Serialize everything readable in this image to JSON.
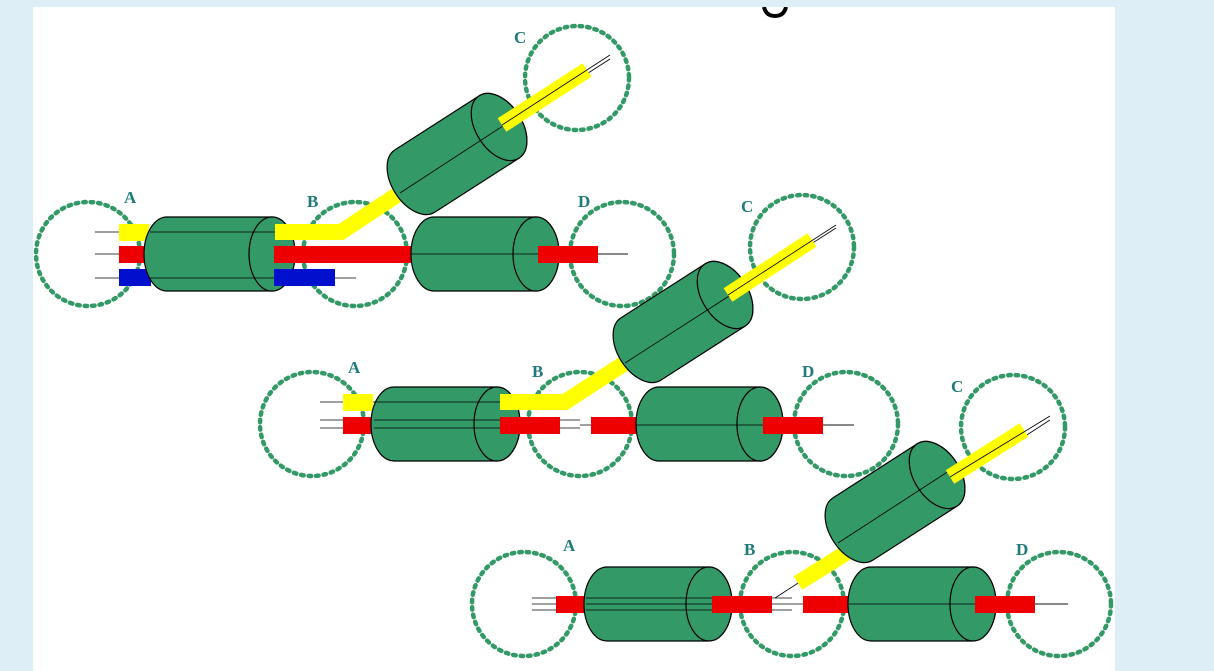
{
  "colors": {
    "page_background": "#deeef6",
    "slide_background": "#ffffff",
    "cylinder_fill": "#339966",
    "cylinder_outline": "#000000",
    "node_circle": "#339966",
    "label": "#1f7a7a",
    "yellow_strand": "#ffff00",
    "red_strand": "#ee0000",
    "blue_strand": "#0010cc"
  },
  "stages": [
    {
      "id": "stage-1",
      "nodes": [
        {
          "label": "A"
        },
        {
          "label": "B"
        },
        {
          "label": "C"
        },
        {
          "label": "D"
        }
      ],
      "strands": [
        "yellow",
        "red",
        "blue"
      ]
    },
    {
      "id": "stage-2",
      "nodes": [
        {
          "label": "A"
        },
        {
          "label": "B"
        },
        {
          "label": "C"
        },
        {
          "label": "D"
        }
      ],
      "strands": [
        "yellow",
        "red"
      ]
    },
    {
      "id": "stage-3",
      "nodes": [
        {
          "label": "A"
        },
        {
          "label": "B"
        },
        {
          "label": "C"
        },
        {
          "label": "D"
        }
      ],
      "strands": [
        "yellow",
        "red"
      ]
    }
  ]
}
